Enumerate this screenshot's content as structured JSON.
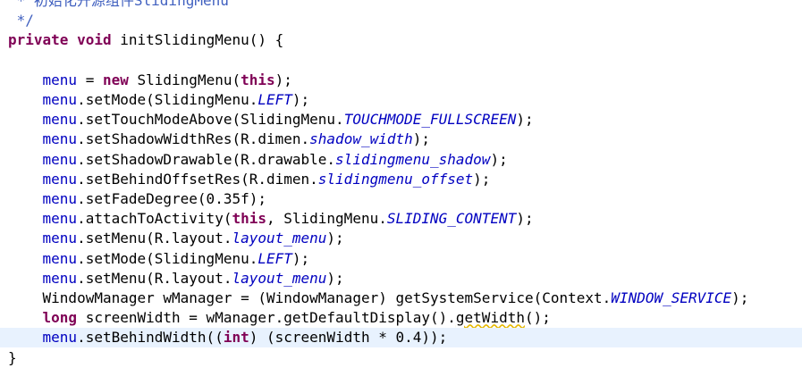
{
  "lines": [
    [
      {
        "t": " * 初始化开源组件SlidingMenu",
        "c": "cm"
      }
    ],
    [
      {
        "t": " */",
        "c": "cm"
      }
    ],
    [
      {
        "t": "private",
        "c": "kw"
      },
      {
        "t": " "
      },
      {
        "t": "void",
        "c": "kw"
      },
      {
        "t": " initSlidingMenu() {"
      }
    ],
    [],
    [
      {
        "t": "    "
      },
      {
        "t": "menu",
        "c": "fld"
      },
      {
        "t": " = "
      },
      {
        "t": "new",
        "c": "kw"
      },
      {
        "t": " SlidingMenu("
      },
      {
        "t": "this",
        "c": "kw"
      },
      {
        "t": ");"
      }
    ],
    [
      {
        "t": "    "
      },
      {
        "t": "menu",
        "c": "fld"
      },
      {
        "t": ".setMode(SlidingMenu."
      },
      {
        "t": "LEFT",
        "c": "sfld"
      },
      {
        "t": ");"
      }
    ],
    [
      {
        "t": "    "
      },
      {
        "t": "menu",
        "c": "fld"
      },
      {
        "t": ".setTouchModeAbove(SlidingMenu."
      },
      {
        "t": "TOUCHMODE_FULLSCREEN",
        "c": "sfld"
      },
      {
        "t": ");"
      }
    ],
    [
      {
        "t": "    "
      },
      {
        "t": "menu",
        "c": "fld"
      },
      {
        "t": ".setShadowWidthRes(R.dimen."
      },
      {
        "t": "shadow_width",
        "c": "sfld"
      },
      {
        "t": ");"
      }
    ],
    [
      {
        "t": "    "
      },
      {
        "t": "menu",
        "c": "fld"
      },
      {
        "t": ".setShadowDrawable(R.drawable."
      },
      {
        "t": "slidingmenu_shadow",
        "c": "sfld"
      },
      {
        "t": ");"
      }
    ],
    [
      {
        "t": "    "
      },
      {
        "t": "menu",
        "c": "fld"
      },
      {
        "t": ".setBehindOffsetRes(R.dimen."
      },
      {
        "t": "slidingmenu_offset",
        "c": "sfld"
      },
      {
        "t": ");"
      }
    ],
    [
      {
        "t": "    "
      },
      {
        "t": "menu",
        "c": "fld"
      },
      {
        "t": ".setFadeDegree(0.35f);"
      }
    ],
    [
      {
        "t": "    "
      },
      {
        "t": "menu",
        "c": "fld"
      },
      {
        "t": ".attachToActivity("
      },
      {
        "t": "this",
        "c": "kw"
      },
      {
        "t": ", SlidingMenu."
      },
      {
        "t": "SLIDING_CONTENT",
        "c": "sfld"
      },
      {
        "t": ");"
      }
    ],
    [
      {
        "t": "    "
      },
      {
        "t": "menu",
        "c": "fld"
      },
      {
        "t": ".setMenu(R.layout."
      },
      {
        "t": "layout_menu",
        "c": "sfld"
      },
      {
        "t": ");"
      }
    ],
    [
      {
        "t": "    "
      },
      {
        "t": "menu",
        "c": "fld"
      },
      {
        "t": ".setMode(SlidingMenu."
      },
      {
        "t": "LEFT",
        "c": "sfld"
      },
      {
        "t": ");"
      }
    ],
    [
      {
        "t": "    "
      },
      {
        "t": "menu",
        "c": "fld"
      },
      {
        "t": ".setMenu(R.layout."
      },
      {
        "t": "layout_menu",
        "c": "sfld"
      },
      {
        "t": ");"
      }
    ],
    [
      {
        "t": "    WindowManager wManager = (WindowManager) getSystemService(Context."
      },
      {
        "t": "WINDOW_SERVICE",
        "c": "sfld"
      },
      {
        "t": ");"
      }
    ],
    [
      {
        "t": "    "
      },
      {
        "t": "long",
        "c": "kw"
      },
      {
        "t": " screenWidth = wManager.getDefaultDisplay()."
      },
      {
        "t": "getWidth",
        "c": "dep warn"
      },
      {
        "t": "();"
      }
    ],
    [
      {
        "t": "    "
      },
      {
        "t": "menu",
        "c": "fld"
      },
      {
        "t": ".setBehindWidth(("
      },
      {
        "t": "int",
        "c": "kw"
      },
      {
        "t": ") (screenWidth * 0.4));"
      }
    ],
    [
      {
        "t": "}"
      }
    ]
  ],
  "current_line": 17,
  "colors": {
    "keyword": "#7f0055",
    "comment": "#3f5fbf",
    "field": "#0000c0",
    "current_line_bg": "#e8f2fe"
  }
}
